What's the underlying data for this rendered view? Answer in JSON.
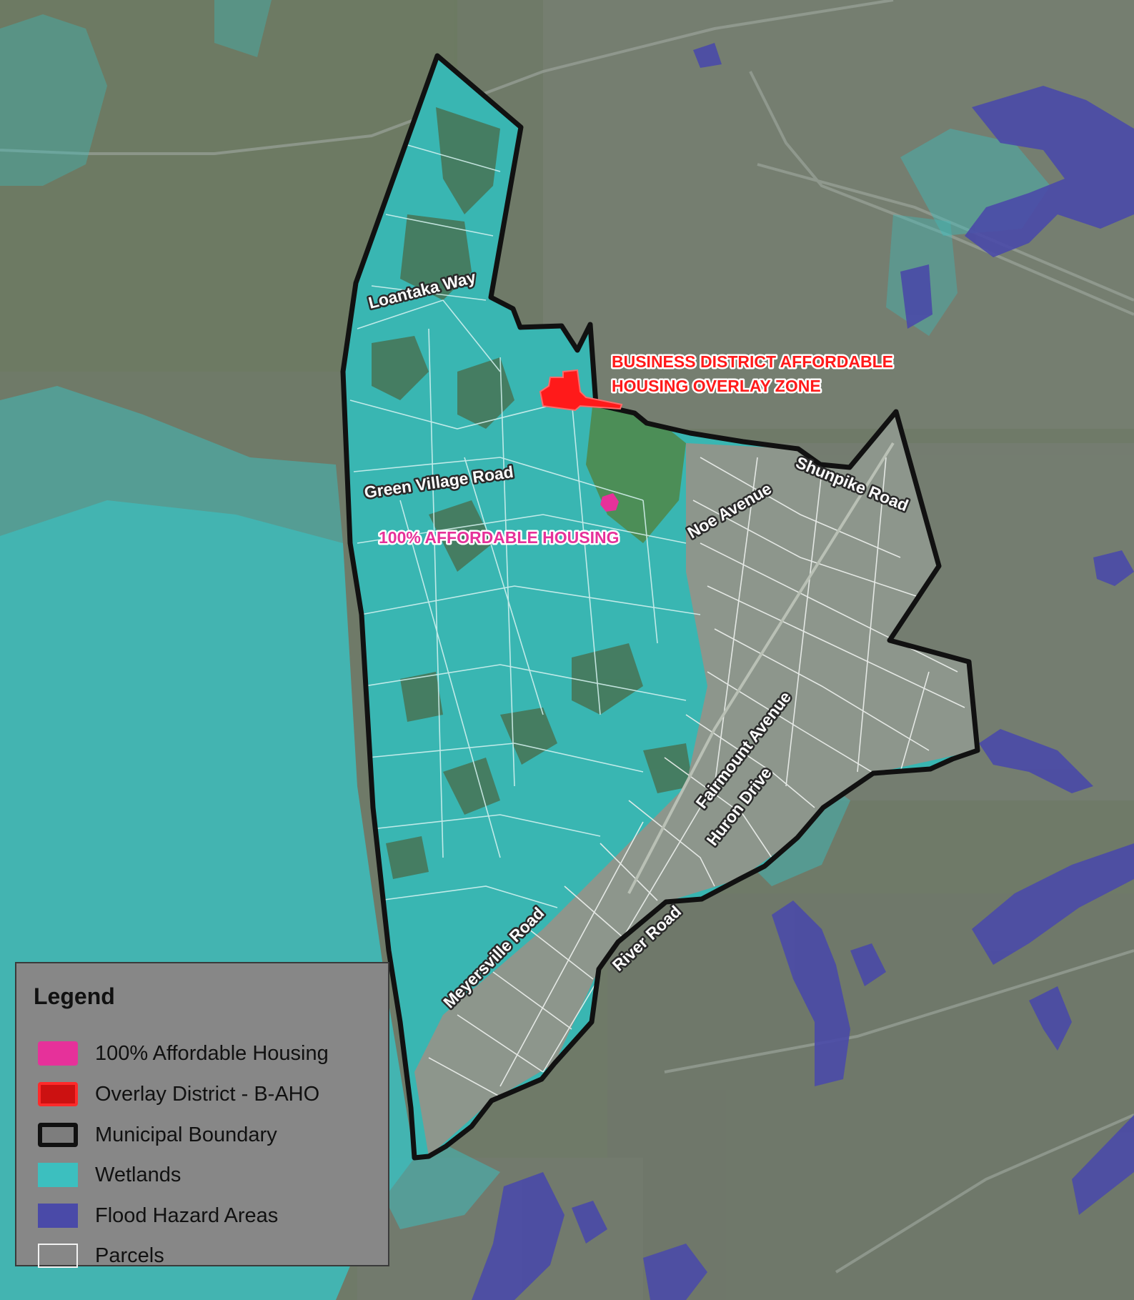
{
  "colors": {
    "aerial": "#6f7a68",
    "wetlands": "#3cbfbf",
    "flood": "#4a4aa8",
    "boundary": "#111111",
    "overlay": "#ff1a1a",
    "affordable": "#e6319a",
    "parcels": "#ffffff"
  },
  "roads": {
    "loantaka": "Loantaka Way",
    "green_village": "Green Village Road",
    "noe": "Noe Avenue",
    "shunpike": "Shunpike Road",
    "fairmount": "Fairmount Avenue",
    "huron": "Huron Drive",
    "meyersville": "Meyersville Road",
    "river": "River Road"
  },
  "zones": {
    "overlay_line1": "BUSINESS DISTRICT AFFORDABLE",
    "overlay_line2": "HOUSING OVERLAY ZONE",
    "affordable": "100% AFFORDABLE HOUSING"
  },
  "legend": {
    "title": "Legend",
    "items": [
      {
        "label": "100% Affordable Housing",
        "icon": "affordable-housing-swatch"
      },
      {
        "label": "Overlay District - B-AHO",
        "icon": "overlay-district-swatch"
      },
      {
        "label": "Municipal Boundary",
        "icon": "municipal-boundary-swatch"
      },
      {
        "label": "Wetlands",
        "icon": "wetlands-swatch"
      },
      {
        "label": "Flood Hazard Areas",
        "icon": "flood-hazard-swatch"
      },
      {
        "label": "Parcels",
        "icon": "parcels-swatch"
      }
    ]
  }
}
